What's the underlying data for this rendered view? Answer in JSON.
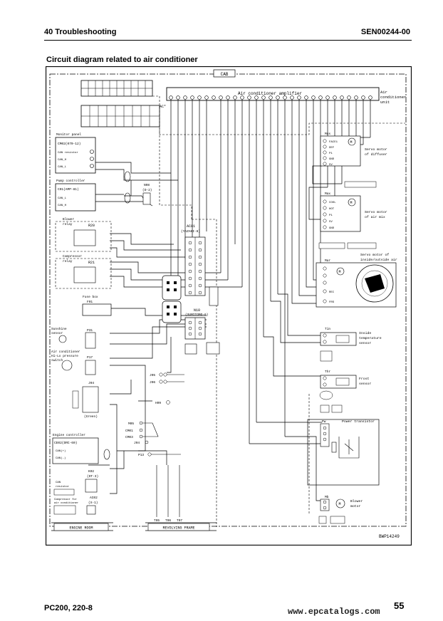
{
  "header": {
    "left": "40 Troubleshooting",
    "right": "SEN00244-00"
  },
  "section_title": "Circuit diagram related to air conditioner",
  "diagram": {
    "cab": "CAB",
    "amp_title": "Air conditioner amplifier",
    "amp_unit": [
      "Air",
      "conditioner",
      "unit"
    ],
    "ac_connector": "AC*",
    "monitor_title": "Monitor panel",
    "monitor_conn": "CM02(070-12)",
    "monitor_pins": [
      "CAN resistor",
      "CAN_H",
      "CAN_L"
    ],
    "pump_title": "Pump controller",
    "pump_conn": "C01(AMP-81)",
    "pump_pins": [
      "CAN_L",
      "CAN_H"
    ],
    "n08": [
      "N08",
      "(D-2)"
    ],
    "blower_relay": [
      "Blower",
      "relay",
      "R20"
    ],
    "compressor_relay": [
      "Compressor",
      "relay",
      "R21"
    ],
    "ac01": [
      "AC01",
      "(YAZAKI-8)"
    ],
    "n10": [
      "N10",
      "(SUMITOMO-6)"
    ],
    "fuse_box": [
      "Fuse box",
      "F01"
    ],
    "sunshine": [
      "Sunshine",
      "sensor",
      "P31"
    ],
    "pressure_switch": [
      "Air conditioner",
      "Hi-Lo pressure",
      "switch",
      "P17"
    ],
    "j04": [
      "J04",
      "(Green)"
    ],
    "h09": "H09",
    "j05": "J05",
    "j06": "J06",
    "m05": "M05",
    "cm01": "CM01",
    "cm03": "CM03",
    "j04b": "J04",
    "p13": "P13",
    "engine_ctrl_title": "Engine controller",
    "engine_ctrl_conn": "CE02(DRC-60)",
    "engine_ctrl_pins": [
      "CAN(+)",
      "CAN(-)"
    ],
    "k02": [
      "K02",
      "(DT-3)"
    ],
    "can_resistor": [
      "CAN",
      "resistor"
    ],
    "ac02": [
      "AC02",
      "(X-1)"
    ],
    "compressor": [
      "Compressor for",
      "air conditioner"
    ],
    "engine_room": "ENGINE ROOM",
    "revolving_frame": "REVOLVING FRAME",
    "t_labels": [
      "T05",
      "T06",
      "T07"
    ],
    "diffuser": {
      "conn": "Mss",
      "title": [
        "Servo motor",
        "of diffuser"
      ],
      "pins": [
        "FACE1",
        "DEF",
        "P1",
        "GND",
        "5V"
      ]
    },
    "air_mix": {
      "conn": "Max",
      "title": [
        "Servo motor",
        "of air mix"
      ],
      "pins": [
        "COOL",
        "HOT",
        "P1",
        "5V",
        "GND"
      ]
    },
    "inside_outside": {
      "conn": "Mar",
      "title": [
        "Servo motor of",
        "inside/outside air"
      ],
      "pins": [
        "M",
        "REC",
        "FRS"
      ]
    },
    "inside_temp": {
      "conn": "Tin",
      "title": [
        "Inside",
        "temperature",
        "sensor"
      ]
    },
    "frost": {
      "conn": "Thr",
      "title": [
        "Frost",
        "sensor"
      ]
    },
    "power_transistor": {
      "conn": "Pw",
      "title": "Power transistor"
    },
    "blower_motor": {
      "conn": "Mb",
      "title": [
        "Blower",
        "motor"
      ]
    },
    "drawing_no": "BWP14249"
  },
  "footer": {
    "left": "PC200, 220-8",
    "url": "www.epcatalogs.com",
    "page": "55"
  }
}
